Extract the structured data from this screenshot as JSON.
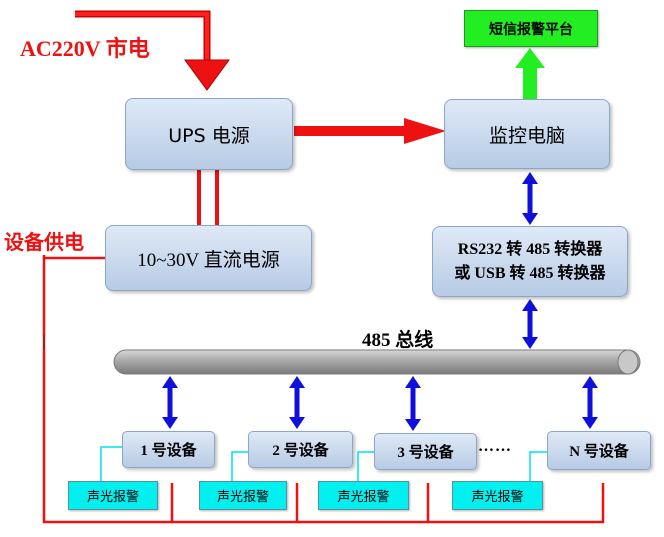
{
  "labels": {
    "mains": "AC220V 市电",
    "equipment_power": "设备供电",
    "bus": "485 总线",
    "ellipsis": "……"
  },
  "nodes": {
    "sms_platform": "短信报警平台",
    "ups": "UPS 电源",
    "monitor_pc": "监控电脑",
    "dc_supply": "10~30V 直流电源",
    "converter_line1": "RS232 转 485 转换器",
    "converter_line2": "或 USB 转 485 转换器"
  },
  "devices": [
    {
      "label": "1 号设备",
      "alarm": "声光报警"
    },
    {
      "label": "2 号设备",
      "alarm": "声光报警"
    },
    {
      "label": "3 号设备",
      "alarm": "声光报警"
    },
    {
      "label": "N 号设备",
      "alarm": "声光报警"
    }
  ],
  "colors": {
    "power_line": "#ee1111",
    "arrow_blue": "#1010dd",
    "sms_green": "#22ee22",
    "alarm_cyan": "#00f0f0",
    "box_fill": "#c8d8ee"
  }
}
